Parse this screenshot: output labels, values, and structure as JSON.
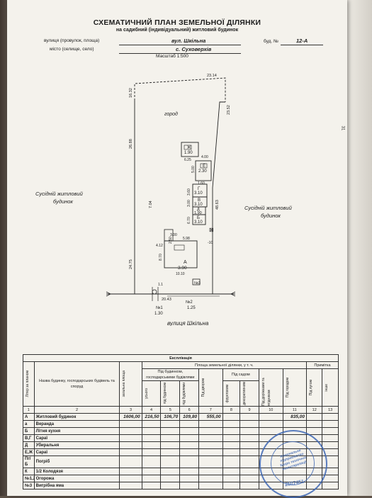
{
  "document": {
    "title": "СХЕМАТИЧНИЙ ПЛАН ЗЕМЕЛЬНОЇ ДІЛЯНКИ",
    "subtitle": "на садибний (індивідуальний) житловий будинок",
    "street_label": "вулиця (провулок, площа)",
    "street_value": "вул. Шкільна",
    "house_label": "буд. №",
    "house_value": "12-А",
    "city_label": "місто (селище, село)",
    "city_value": "с. Суховерхів",
    "scale": "Масштаб 1:500",
    "side_number": "31"
  },
  "plan": {
    "garden_label": "город",
    "neighbor_left": [
      "Сусідній житловий",
      "будинок"
    ],
    "neighbor_right": [
      "Сусідній житловий",
      "будинок"
    ],
    "street_label": "вулиця  Шкільна",
    "dimensions": {
      "top": "23.14",
      "top_left": "16.32",
      "right_top": "23.52",
      "left_upper": "26.88",
      "left_middle": "7.04",
      "left_lower": "24.75",
      "right_long": "48.63",
      "bottom": "20.43",
      "bottom_short": "1.1",
      "j_width": "6.25",
      "e_width": "4.00",
      "g_height": "3.60",
      "v_height": "3.00",
      "d_height": "6.70",
      "a_top": "5.98",
      "a_left_top": "4.12",
      "a_step": "2.50",
      "a_small": "3.00",
      "a_height": "8.70",
      "a_width": "10.10",
      "e_small": "1.60",
      "e_side": "5.00",
      "misc": "-10"
    },
    "buildings": {
      "zh": {
        "letter": "Ж",
        "height": "1.90"
      },
      "e": {
        "letter": "Е",
        "height": "2.30"
      },
      "g": {
        "letter": "Г",
        "height": "3.10"
      },
      "v": {
        "letter": "В",
        "height": "3.10"
      },
      "d": {
        "letter": "Д",
        "height": "1.90"
      },
      "b": {
        "letter": "Б",
        "height": "3.10"
      },
      "a": {
        "letter": "А",
        "height": "3.90"
      }
    },
    "markers": {
      "well": {
        "label": "№1",
        "value": "1.30"
      },
      "fence": {
        "label": "№2",
        "value": "1.25"
      },
      "pit": {
        "label": "№3"
      }
    }
  },
  "table": {
    "caption": "Експлікація",
    "area_caption": "Площа земельної ділянки, у т. ч.",
    "notes_caption": "Примітка",
    "col_letter": "Літер за планом",
    "col_name": "Назва будинку, господарських будівель та споруд",
    "col_total": "загальна площа",
    "built_caption": "Під будинком, господарськими будівлями",
    "col_total_built": "усього",
    "col_living": "під будинком",
    "col_outbuild": "під будівлями",
    "col_yard": "Під двором",
    "garden_caption": "Під садом",
    "col_fruit": "фруктовим",
    "col_decor": "декоративним",
    "col_roads": "Під доріжками та ягідником",
    "col_city_garden": "Під городом",
    "col_lawn": "Під лугом",
    "col_other": "інше",
    "col_nums": [
      "1",
      "2",
      "3",
      "4",
      "5",
      "6",
      "7",
      "8",
      "9",
      "10",
      "11",
      "12",
      "13"
    ],
    "rows": [
      {
        "letter": "А",
        "name": "Житловий будинок",
        "c3": "1606,00",
        "c4": "216,50",
        "c5": "106,70",
        "c6": "109,80",
        "c7": "555,00",
        "c11": "835,00"
      },
      {
        "letter": "а",
        "name": "Веранда",
        "c3": "",
        "c4": "",
        "c5": "",
        "c6": "",
        "c7": "",
        "c11": ""
      },
      {
        "letter": "Б",
        "name": "Літня кухня",
        "c3": "",
        "c4": "",
        "c5": "",
        "c6": "",
        "c7": "",
        "c11": ""
      },
      {
        "letter": "В,Г",
        "name": "Сараї",
        "c3": "",
        "c4": "",
        "c5": "",
        "c6": "",
        "c7": "",
        "c11": ""
      },
      {
        "letter": "Д",
        "name": "Убиральня",
        "c3": "",
        "c4": "",
        "c5": "",
        "c6": "",
        "c7": "",
        "c11": ""
      },
      {
        "letter": "Е,Ж",
        "name": "Сараї",
        "c3": "",
        "c4": "",
        "c5": "",
        "c6": "",
        "c7": "",
        "c11": ""
      },
      {
        "letter": "Пг/Б",
        "name": "Погріб",
        "c3": "",
        "c4": "",
        "c5": "",
        "c6": "",
        "c7": "",
        "c11": ""
      },
      {
        "letter": "К",
        "name": "1/2 Колодязя",
        "c3": "",
        "c4": "",
        "c5": "",
        "c6": "",
        "c7": "",
        "c11": ""
      },
      {
        "letter": "№1,2",
        "name": "Огорожа",
        "c3": "",
        "c4": "",
        "c5": "",
        "c6": "",
        "c7": "",
        "c11": ""
      },
      {
        "letter": "№3",
        "name": "Вигрібна яма",
        "c3": "",
        "c4": "",
        "c5": "",
        "c6": "",
        "c7": "",
        "c11": ""
      }
    ]
  },
  "stamp": {
    "text": "Комунальне підприємство Бюро технічної інвентаризації",
    "code": "2507451",
    "color": "#3f68b5"
  }
}
